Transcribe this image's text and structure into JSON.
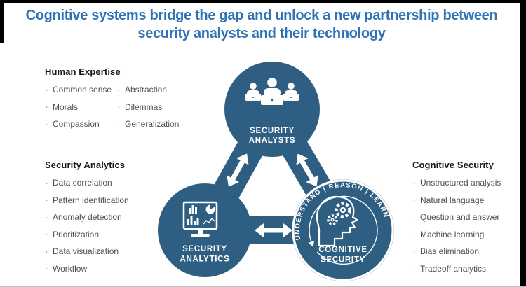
{
  "colors": {
    "title_blue": "#2E74B5",
    "node_blue": "#2E5F82",
    "text_gray": "#49525B"
  },
  "title": {
    "line1": "Cognitive systems bridge the gap and unlock a new partnership between",
    "line2": "security analysts and their technology"
  },
  "lists": {
    "human_expertise": {
      "heading": "Human Expertise",
      "col1": [
        "Common sense",
        "Morals",
        "Compassion"
      ],
      "col2": [
        "Abstraction",
        "Dilemmas",
        "Generalization"
      ]
    },
    "security_analytics": {
      "heading": "Security Analytics",
      "items": [
        "Data correlation",
        "Pattern identification",
        "Anomaly detection",
        "Prioritization",
        "Data visualization",
        "Workflow"
      ]
    },
    "cognitive_security": {
      "heading": "Cognitive Security",
      "items": [
        "Unstructured analysis",
        "Natural language",
        "Question and answer",
        "Machine learning",
        "Bias elimination",
        "Tradeoff analytics"
      ]
    }
  },
  "diagram": {
    "analysts": {
      "line1": "SECURITY",
      "line2": "ANALYSTS",
      "icon": "people-at-laptops-icon"
    },
    "analytics": {
      "line1": "SECURITY",
      "line2": "ANALYTICS",
      "icon": "analytics-monitor-icon"
    },
    "cognitive": {
      "line1": "COGNITIVE",
      "line2": "SECURITY",
      "icon": "head-gears-icon",
      "arc_text": "UNDERSTAND  |  REASON  |  LEARN"
    }
  }
}
